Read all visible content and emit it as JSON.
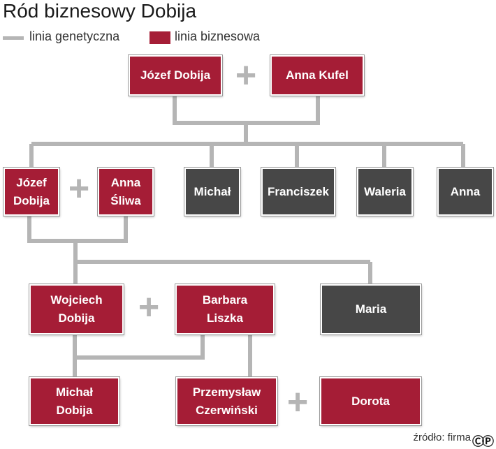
{
  "title": "Ród biznesowy Dobija",
  "legend": {
    "genetic_label": "linia genetyczna",
    "business_label": "linia biznesowa",
    "genetic_color": "#b5b5b5",
    "business_color": "#a51d36"
  },
  "nodes": {
    "jozef_sr": "Józef Dobija",
    "anna_kufel": "Anna Kufel",
    "jozef_jr": "Józef\nDobija",
    "anna_sliwa": "Anna\nŚliwa",
    "michal_sr": "Michał",
    "franciszek": "Franciszek",
    "waleria": "Waleria",
    "anna": "Anna",
    "wojciech": "Wojciech\nDobija",
    "barbara": "Barbara\nLiszka",
    "maria": "Maria",
    "michal_jr": "Michał\nDobija",
    "przemyslaw": "Przemysław\nCzerwiński",
    "dorota": "Dorota"
  },
  "plus_symbol": "+",
  "source": "źródło: firma",
  "cc_icon": "ⒸⓅ",
  "colors": {
    "connector": "#b5b5b5",
    "business_node": "#a51d36",
    "genetic_node": "#474747"
  }
}
